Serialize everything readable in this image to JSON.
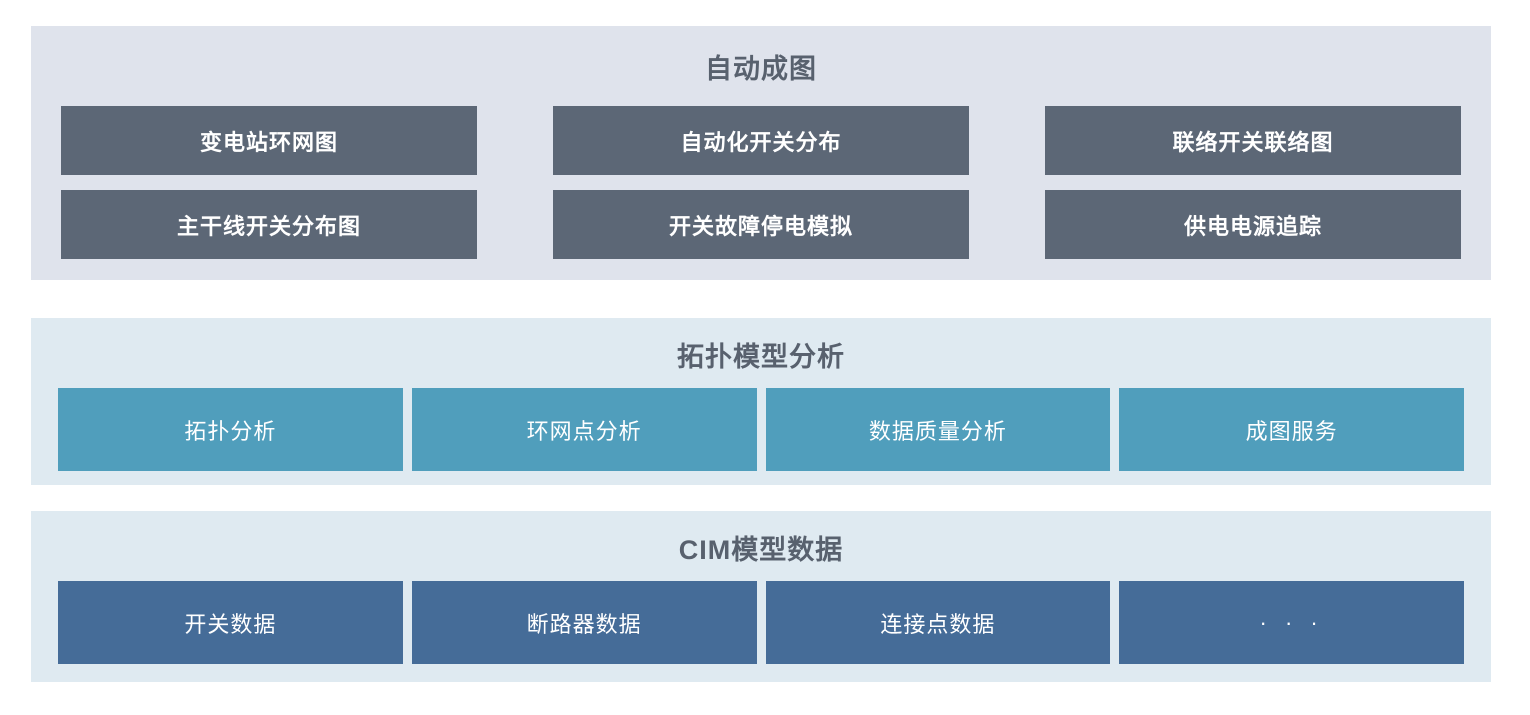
{
  "sections": [
    {
      "id": "auto-map",
      "title": "自动成图",
      "panel_color": "#dfe3ec",
      "item_color": "#5c6776",
      "items": [
        {
          "label": "变电站环网图"
        },
        {
          "label": "自动化开关分布"
        },
        {
          "label": "联络开关联络图"
        },
        {
          "label": "主干线开关分布图"
        },
        {
          "label": "开关故障停电模拟"
        },
        {
          "label": "供电电源追踪"
        }
      ]
    },
    {
      "id": "topology",
      "title": "拓扑模型分析",
      "panel_color": "#dfeaf1",
      "item_color": "#509ebc",
      "items": [
        {
          "label": "拓扑分析"
        },
        {
          "label": "环网点分析"
        },
        {
          "label": "数据质量分析"
        },
        {
          "label": "成图服务"
        }
      ]
    },
    {
      "id": "cim",
      "title": "CIM模型数据",
      "panel_color": "#dfeaf1",
      "item_color": "#456c98",
      "items": [
        {
          "label": "开关数据"
        },
        {
          "label": "断路器数据"
        },
        {
          "label": "连接点数据"
        },
        {
          "label": "· · ·"
        }
      ]
    }
  ]
}
